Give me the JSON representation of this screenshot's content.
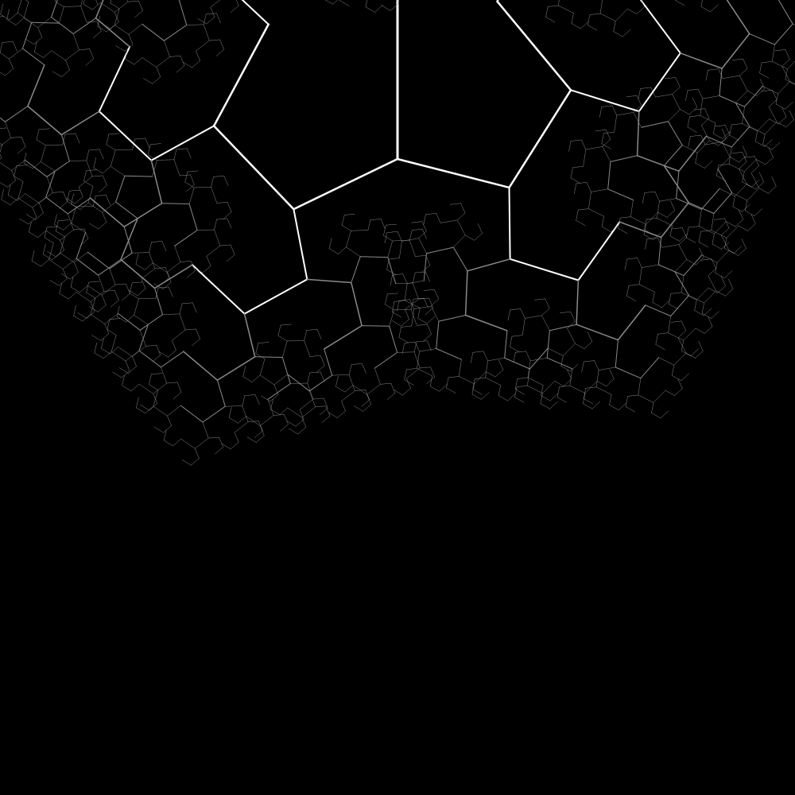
{
  "scene": {
    "description_tag": "fractal-branching-tree",
    "background_color": "#000000",
    "line_color": "#ffffff",
    "fine_line_color": "#8a8a8a",
    "branch_levels": 6,
    "branches_per_node": 2
  }
}
